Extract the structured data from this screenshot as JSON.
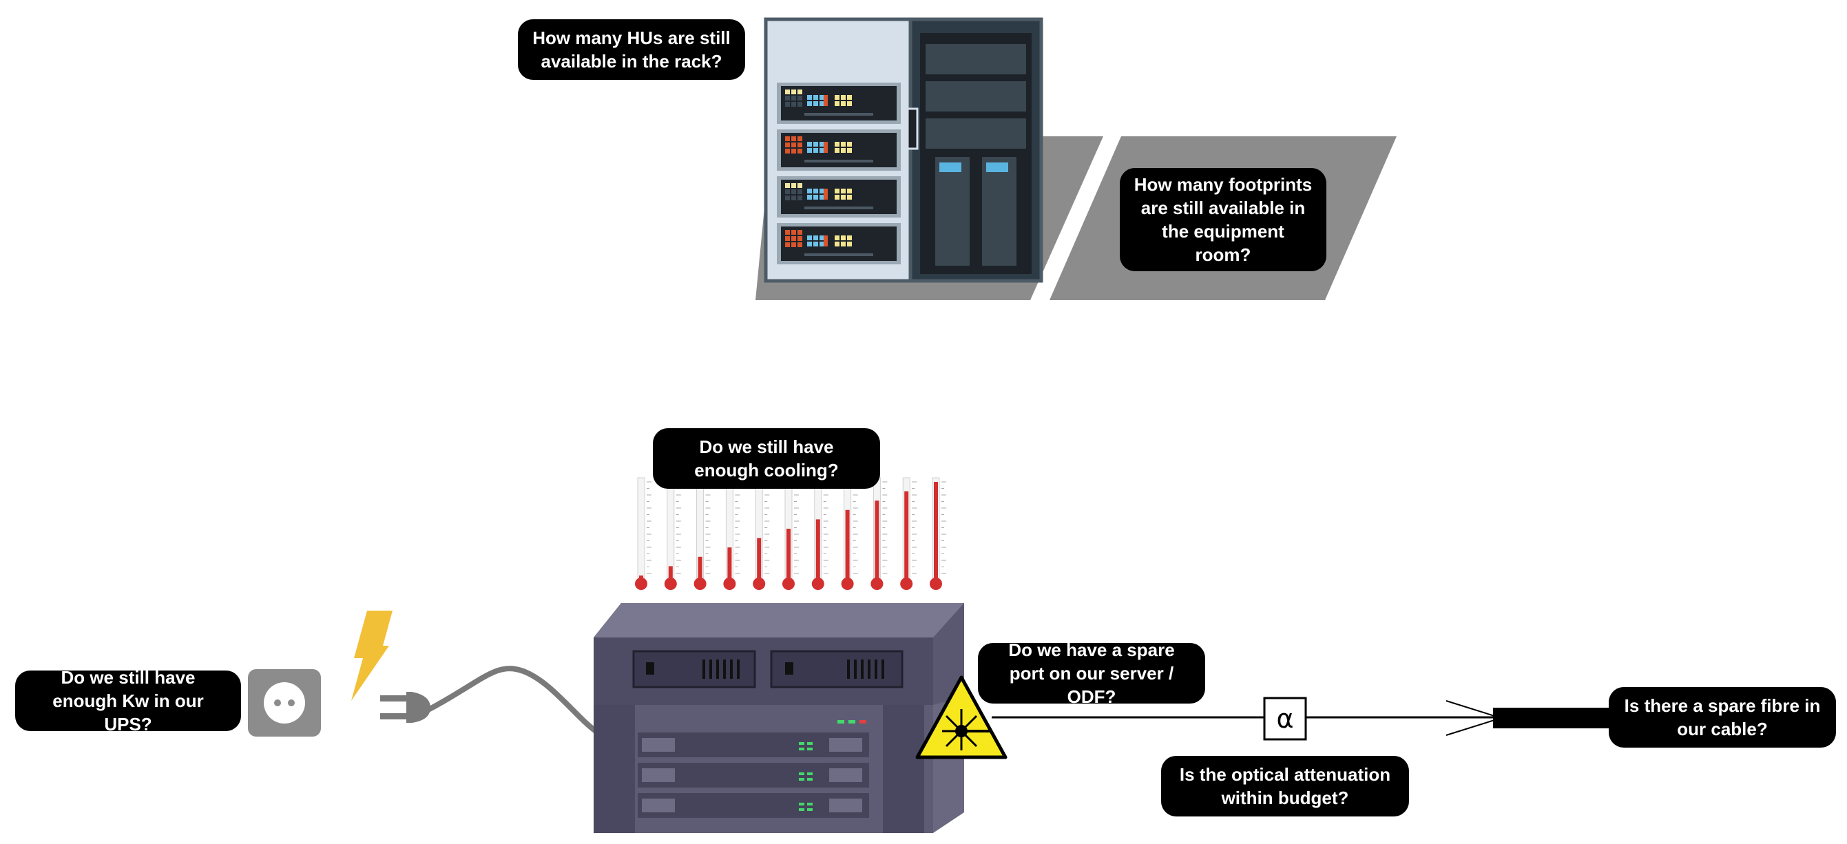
{
  "questions": {
    "rack_hus": "How many HUs are still available in the rack?",
    "footprints": "How many footprints are still available in the equipment room?",
    "cooling": "Do we still have enough cooling?",
    "ups": "Do we still have enough Kw in our UPS?",
    "spare_port": "Do we have a spare port on our server / ODF?",
    "spare_fibre": "Is there a spare fibre in our cable?",
    "attenuation": "Is the optical attenuation within budget?"
  },
  "attenuation_symbol": "α",
  "thermometer_levels": [
    0.0,
    0.1,
    0.2,
    0.3,
    0.4,
    0.5,
    0.6,
    0.7,
    0.8,
    0.9,
    1.0
  ],
  "icons": [
    "rack-cabinet-icon",
    "floor-footprint-icon",
    "thermometer-icon",
    "lightning-icon",
    "power-plug-icon",
    "wall-socket-icon",
    "server-stack-icon",
    "laser-warning-icon",
    "fibre-cable-icon"
  ],
  "colors": {
    "bubble": "#000000",
    "floor": "#8c8c8c",
    "mercury": "#d32f2f",
    "lightning": "#f2c037",
    "laser_sign": "#f7e81d",
    "rack_frame": "#4d5b66",
    "rack_interior": "#d6e0ea",
    "server_body": "#5a5870"
  }
}
